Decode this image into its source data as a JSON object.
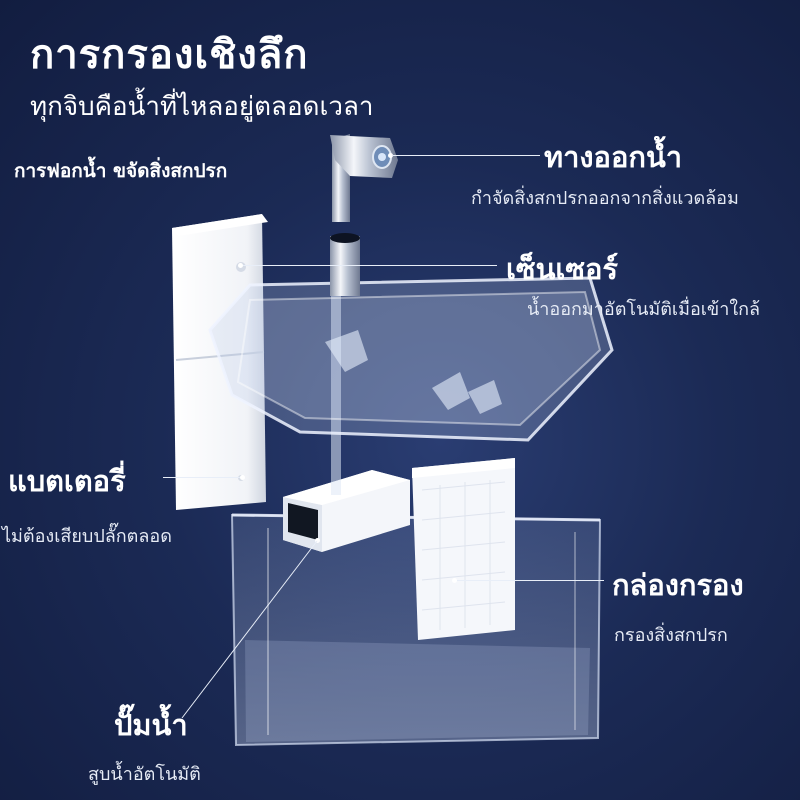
{
  "header": {
    "title": "การกรองเชิงลึก",
    "subtitle": "ทุกจิบคือน้ำที่ไหลอยู่ตลอดเวลา"
  },
  "purify_caption": "การฟอกน้ำ ขจัดสิ่งสกปรก",
  "callouts": {
    "outlet": {
      "title": "ทางออกน้ำ",
      "desc": "กำจัดสิ่งสกปรกออกจากสิ่งแวดล้อม"
    },
    "sensor": {
      "title": "เซ็นเซอร์",
      "desc": "น้ำออกมาอัตโนมัติเมื่อเข้าใกล้"
    },
    "battery": {
      "title": "แบตเตอรี่",
      "desc": "ไม่ต้องเสียบปลั๊กตลอด"
    },
    "filter": {
      "title": "กล่องกรอง",
      "desc": "กรองสิ่งสกปรก"
    },
    "pump": {
      "title": "ปั๊มน้ำ",
      "desc": "สูบน้ำอัตโนมัติ"
    }
  },
  "colors": {
    "background": "#1b2a55",
    "text": "#ffffff",
    "leader_line": "#e8eef8"
  }
}
